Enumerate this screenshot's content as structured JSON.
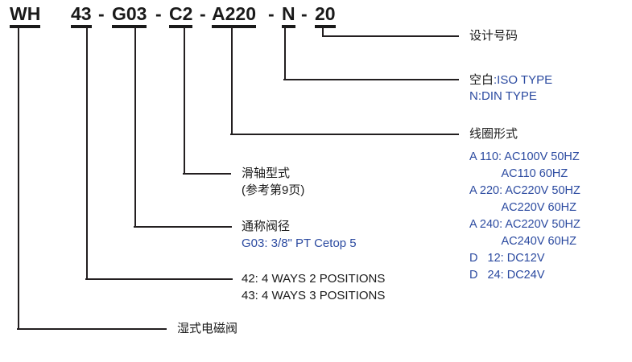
{
  "model_code": {
    "segments": [
      {
        "text": "WH",
        "underlined": true
      },
      {
        "text": "43",
        "underlined": true
      },
      {
        "text": "G03",
        "underlined": true
      },
      {
        "text": "C2",
        "underlined": true
      },
      {
        "text": "A220",
        "underlined": true
      },
      {
        "text": "N",
        "underlined": true
      },
      {
        "text": "20",
        "underlined": true
      }
    ],
    "separators": [
      "-",
      "-",
      "-",
      "-",
      "-",
      "-"
    ]
  },
  "callouts": {
    "design_number": {
      "title": "设计号码"
    },
    "connection_type": {
      "blank_prefix": "空白",
      "blank_value": ":ISO TYPE",
      "din_value": "N:DIN TYPE"
    },
    "coil_type": {
      "title": "线圈形式",
      "rows": [
        "A 110: AC100V 50HZ",
        "          AC110 60HZ",
        "A 220: AC220V 50HZ",
        "          AC220V 60HZ",
        "A 240: AC220V 50HZ",
        "          AC240V 60HZ",
        "D   12: DC12V",
        "D   24: DC24V"
      ]
    },
    "spool_type": {
      "title": "滑轴型式",
      "note": "(参考第9页)"
    },
    "nominal_bore": {
      "title": "通称阀径",
      "value": "G03: 3/8\" PT Cetop 5"
    },
    "ways_positions": {
      "line1": "42: 4 WAYS 2 POSITIONS",
      "line2": "43: 4 WAYS 3 POSITIONS"
    },
    "valve_type": {
      "title": "湿式电磁阀"
    }
  },
  "colors": {
    "ink": "#1a1a1a",
    "line": "#231f20",
    "accent_blue": "#2b4aa0",
    "background": "#ffffff"
  }
}
